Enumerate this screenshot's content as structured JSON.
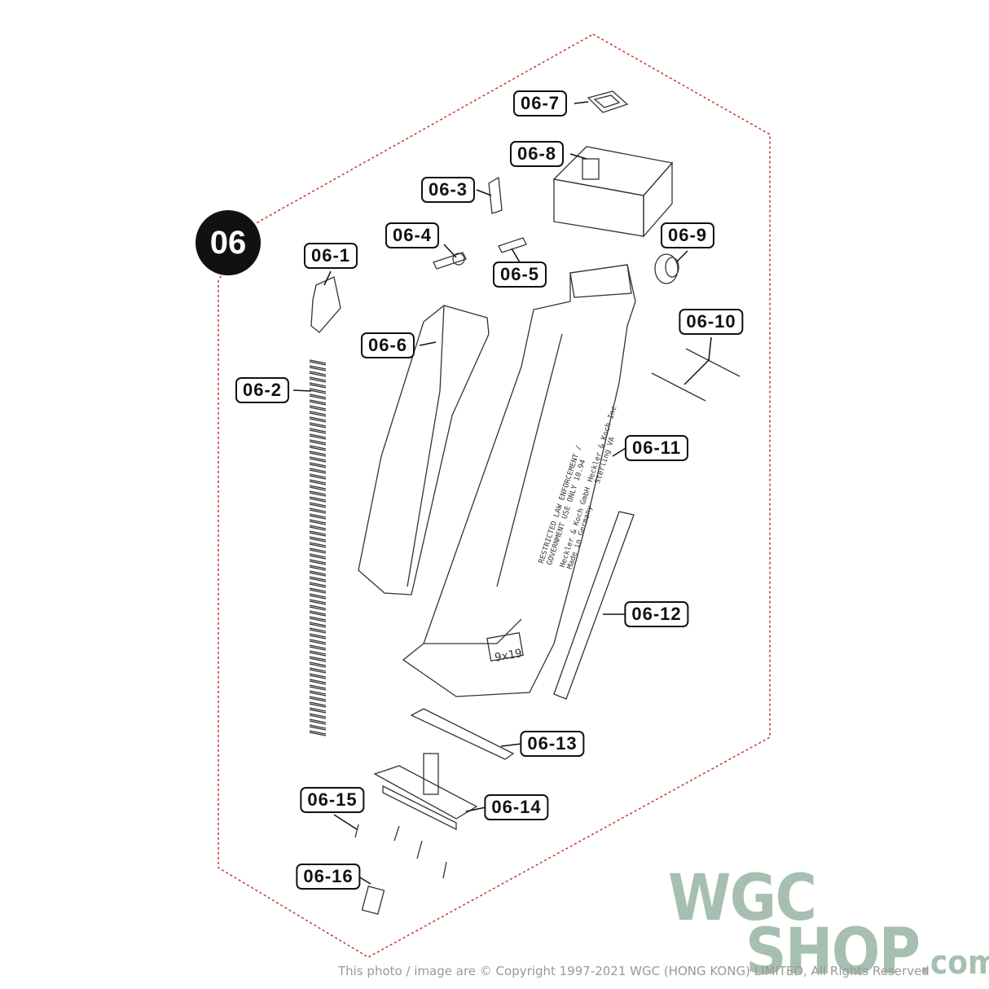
{
  "group_number": "06",
  "parts": [
    {
      "id": "06-1"
    },
    {
      "id": "06-2"
    },
    {
      "id": "06-3"
    },
    {
      "id": "06-4"
    },
    {
      "id": "06-5"
    },
    {
      "id": "06-6"
    },
    {
      "id": "06-7"
    },
    {
      "id": "06-8"
    },
    {
      "id": "06-9"
    },
    {
      "id": "06-10"
    },
    {
      "id": "06-11"
    },
    {
      "id": "06-12"
    },
    {
      "id": "06-13"
    },
    {
      "id": "06-14"
    },
    {
      "id": "06-15"
    },
    {
      "id": "06-16"
    }
  ],
  "magazine_markings": {
    "line1": "RESTRICTED LAW ENFORCEMENT /",
    "line2": "GOVERNMENT USE ONLY 10.94",
    "line3": "Heckler & Koch GmbH",
    "line4": "Made in Germany",
    "line5": "Heckler & Koch Inc",
    "line6": "Sterling VA",
    "caliber": "9x19"
  },
  "logo": {
    "line1": "WGC",
    "line2": "SHOP",
    "suffix": ".com",
    "color": "#a7bfb0"
  },
  "copyright": "This photo / image are © Copyright 1997-2021 WGC (HONG KONG) LIMITED, All Rights Reserved",
  "border_color": "#c0392b"
}
